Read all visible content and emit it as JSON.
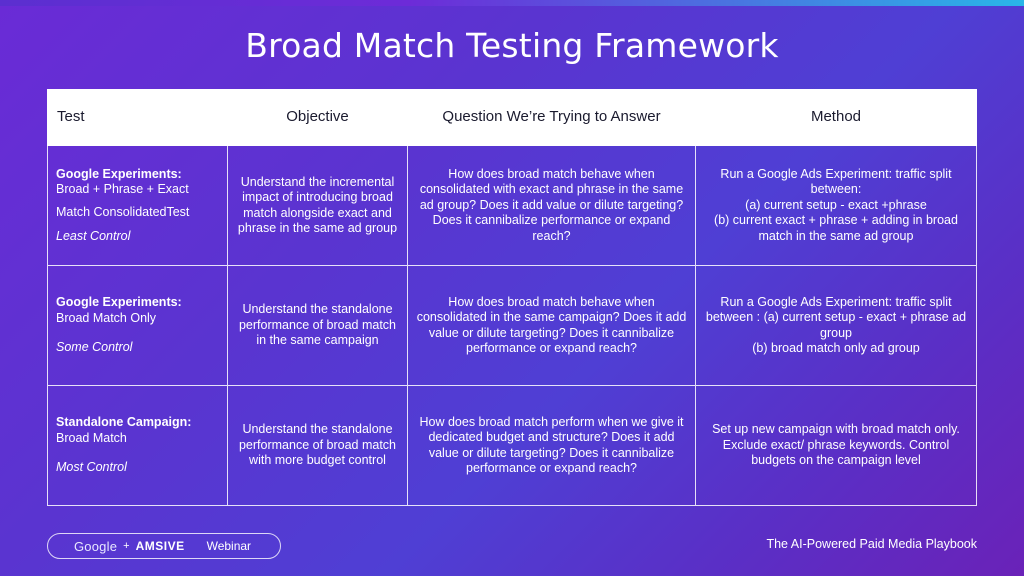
{
  "slide": {
    "title": "Broad Match Testing Framework"
  },
  "table": {
    "headers": [
      "Test",
      "Objective",
      "Question We’re Trying to Answer",
      "Method"
    ],
    "rows": [
      {
        "test_bold_1": "Google Experiments:",
        "test_line_2": "Broad + Phrase + Exact",
        "test_line_3": "Match ConsolidatedTest",
        "test_italic": "Least Control",
        "objective": "Understand the incremental impact of introducing broad match alongside exact and phrase in the same ad group",
        "question": "How does broad match behave when consolidated with exact and phrase in the same ad group? Does it add value or dilute targeting? Does it cannibalize performance or expand reach?",
        "method": "Run a Google Ads Experiment: traffic split between:\n(a) current setup - exact +phrase\n(b) current exact + phrase + adding in broad match in the same ad group"
      },
      {
        "test_bold_1": "Google Experiments:",
        "test_line_2": "Broad Match Only",
        "test_line_3": "",
        "test_italic": "Some Control",
        "objective": "Understand the standalone performance of broad match in the same campaign",
        "question": "How does broad match behave when consolidated in the same campaign? Does it add value or dilute targeting? Does it cannibalize performance or expand reach?",
        "method": "Run a Google Ads Experiment: traffic split between : (a) current setup - exact + phrase ad group\n(b) broad match only ad group"
      },
      {
        "test_bold_1": "Standalone Campaign:",
        "test_line_2": "Broad Match",
        "test_line_3": "",
        "test_italic": "Most Control",
        "objective": "Understand the standalone performance of broad match with more budget control",
        "question": "How does broad match perform when we give it dedicated budget and structure? Does it add value or dilute targeting? Does it cannibalize performance or expand reach?",
        "method": "Set up new campaign with broad match only. Exclude exact/ phrase keywords. Control budgets on the campaign level"
      }
    ]
  },
  "footer": {
    "google": "Google",
    "plus": "+",
    "amsive": "AMSIVE",
    "webinar": "Webinar",
    "right_text": "The AI-Powered Paid Media Playbook"
  },
  "colors": {
    "background_start": "#6a2bd6",
    "background_end": "#6a22b8",
    "accent_bar": "#29b6e8",
    "header_bg": "#ffffff",
    "header_text": "#1a1a2e"
  }
}
